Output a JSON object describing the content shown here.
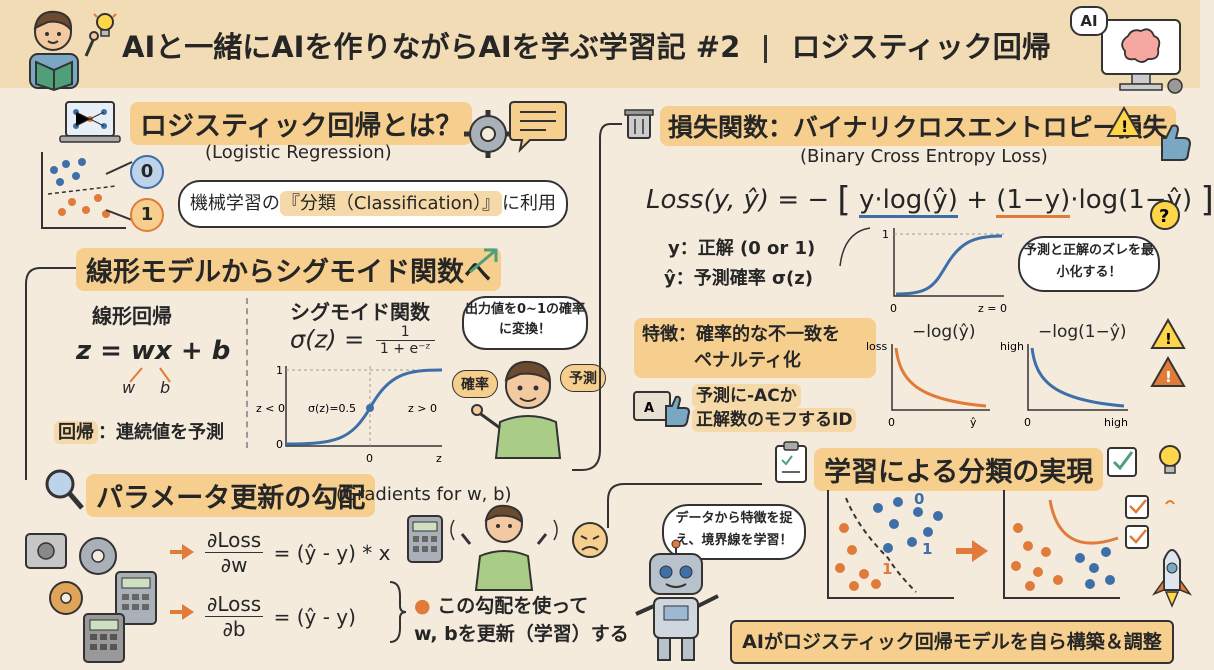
{
  "header": {
    "title": "AIと一緒にAIを作りながらAIを学ぶ学習記 #2",
    "subtitle": "ロジスティック回帰",
    "ai_badge": "AI"
  },
  "section_logistic": {
    "title": "ロジスティック回帰とは？",
    "english": "(Logistic Regression)",
    "class0": "0",
    "class1": "1",
    "bubble_prefix": "機械学習の",
    "bubble_highlight": "『分類（Classification）』",
    "bubble_suffix": "に利用"
  },
  "section_linear": {
    "title": "線形モデルからシグモイド関数へ",
    "linear_heading": "線形回帰",
    "linear_formula": "z = wx + b",
    "label_w": "w",
    "label_b": "b",
    "regression_key": "回帰",
    "regression_text": "：連続値を予測",
    "sigmoid_heading": "シグモイド関数",
    "sigmoid_lhs": "σ(z) =",
    "sigmoid_num": "1",
    "sigmoid_den": "1 + e⁻ᶻ",
    "plot": {
      "y_top": "1",
      "y_bottom": "0",
      "x_zero": "0",
      "x_label": "z",
      "left_label": "z < 0",
      "mid_label": "σ(z)=0.5",
      "right_label": "z > 0"
    },
    "bubble": "出力値を0~1の確率に変換！",
    "tag_prob": "確率",
    "tag_pred": "予測"
  },
  "section_gradient": {
    "title": "パラメータ更新の勾配",
    "english": "(Gradients for w, b)",
    "grad_w_num": "∂Loss",
    "grad_w_den": "∂w",
    "grad_w_rhs": "= (ŷ - y) * x",
    "grad_b_num": "∂Loss",
    "grad_b_den": "∂b",
    "grad_b_rhs": "= (ŷ - y)",
    "note_line1": "この勾配を使って",
    "note_line2": "w, bを更新（学習）する"
  },
  "section_loss": {
    "title": "損失関数：バイナリクロスエントロピー損失",
    "english": "(Binary Cross Entropy Loss)",
    "formula_lhs": "Loss(y, ŷ) = −",
    "formula_term1": "y·log(ŷ)",
    "formula_plus": "+",
    "formula_term2": "(1−y)",
    "formula_term3": "·log(1−ŷ)",
    "def_y": "y：正解 (0 or 1)",
    "def_yhat": "ŷ：予測確率 σ(z)",
    "feature_line1": "特徴：確率的な不一致を",
    "feature_line2": "ペナルティ化",
    "garbled_line1": "予測に-ACか",
    "garbled_line2": "正解数のモフするID",
    "bubble": "予測と正解のズレを最小化する！",
    "plot_sigmoid": {
      "y_top": "1",
      "x_zero": "0",
      "x_label": "z = 0"
    },
    "plot_log1": {
      "title": "−log(ŷ)",
      "y_label": "loss",
      "x_zero": "0",
      "x_label": "ŷ"
    },
    "plot_log2": {
      "title": "−log(1−ŷ)",
      "y_label": "high",
      "x_zero": "0",
      "x_label": "high"
    }
  },
  "section_learning": {
    "title": "学習による分類の実現",
    "bubble": "データから特徴を捉え、境界線を学習！",
    "label0": "0",
    "label1a": "1",
    "label1b": "1",
    "footer": "AIがロジスティック回帰モデルを自ら構築＆調整"
  },
  "colors": {
    "orange": "#e07b39",
    "blue": "#3e6fa8",
    "highlight": "#f6cf8e",
    "background": "#f5ebdd"
  },
  "icons": [
    "lightbulb-icon",
    "brain-monitor-icon",
    "gear-icon",
    "laptop-network-icon",
    "chat-icon",
    "trash-icon",
    "warning-icon",
    "thumbs-up-icon",
    "question-icon",
    "arrow-up-icon",
    "magnifier-icon",
    "calculator-icon",
    "angry-face-icon",
    "clipboard-icon",
    "checkbox-icon",
    "robot-icon",
    "rocket-icon"
  ]
}
